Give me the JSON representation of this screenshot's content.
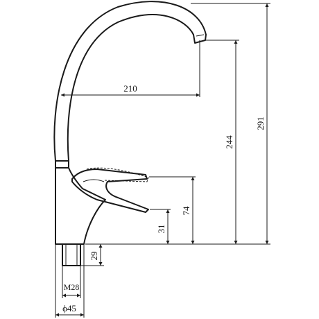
{
  "dimensions": {
    "reach": "210",
    "outlet_height": "244",
    "total_height": "291",
    "lever_height": "74",
    "body_height": "31",
    "shank_length": "29",
    "thread": "M28",
    "base_diameter": "ϕ45"
  }
}
